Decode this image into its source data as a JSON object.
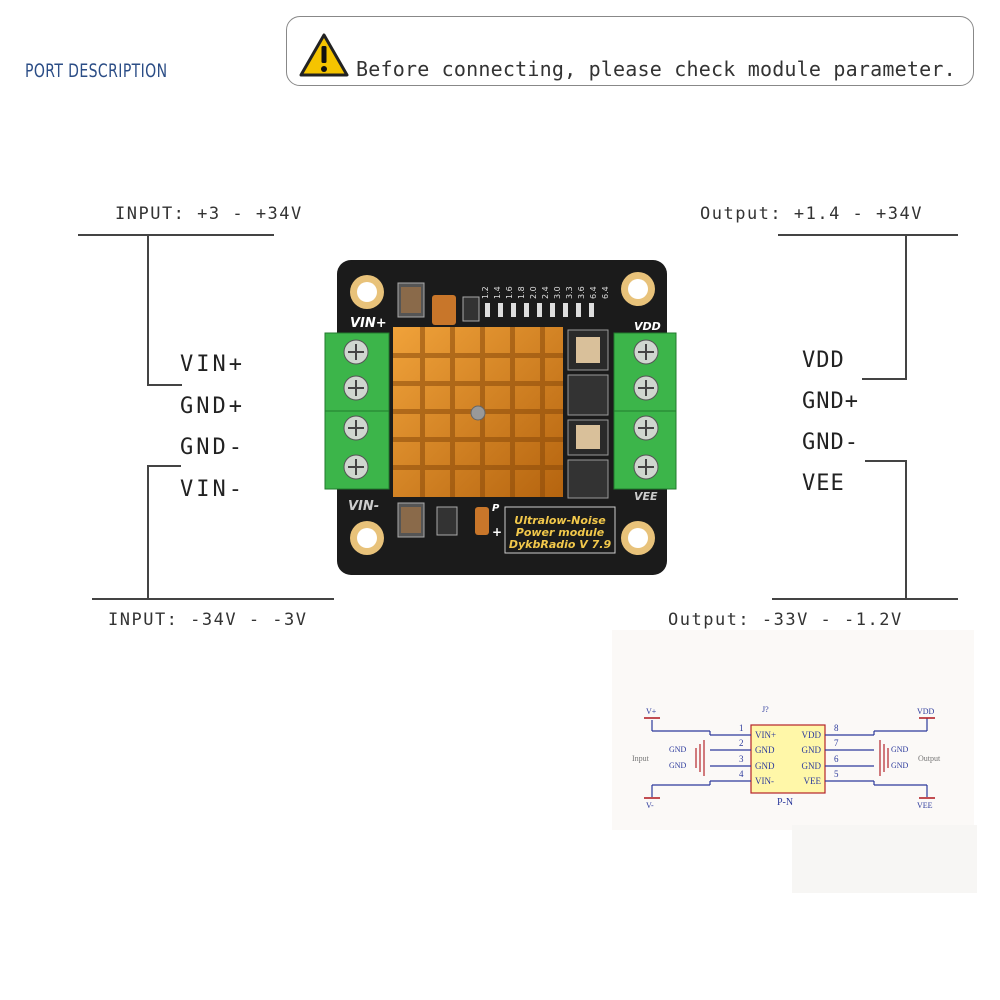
{
  "header": {
    "title": "PORT DESCRIPTION",
    "notice": "Before connecting, please check module parameter.",
    "warning_icon": "warning-triangle-icon"
  },
  "input": {
    "positive_range": "INPUT: +3 - +34V",
    "negative_range": "INPUT: -34V - -3V",
    "pins": [
      "VIN+",
      "GND+",
      "GND-",
      "VIN-"
    ]
  },
  "output": {
    "positive_range": "Output: +1.4 - +34V",
    "negative_range": "Output: -33V - -1.2V",
    "pins": [
      "VDD",
      "GND+",
      "GND-",
      "VEE"
    ]
  },
  "board": {
    "label_vin_plus": "VIN+",
    "label_vin_minus": "VIN-",
    "label_vdd": "VDD",
    "label_vee": "VEE",
    "brand_line1": "Ultralow-Noise",
    "brand_line2": "Power module",
    "brand_line3": "DykbRadio V 7.9",
    "silk_p": "P",
    "silk_plus": "+",
    "scale": [
      "1.2",
      "1.4",
      "1.6",
      "1.8",
      "2.0",
      "2.4",
      "3.0",
      "3.3",
      "3.6",
      "6.4",
      "6.4"
    ],
    "colors": {
      "pcb": "#1b1b1b",
      "heatsink": "#d4821e",
      "terminal": "#3cb54a",
      "pad": "#e8c27a"
    }
  },
  "schematic": {
    "ref": "J?",
    "part": "P-N",
    "left_pins": [
      "VIN+",
      "GND",
      "GND",
      "VIN-"
    ],
    "right_pins": [
      "VDD",
      "GND",
      "GND",
      "VEE"
    ],
    "left_numbers": [
      "1",
      "2",
      "3",
      "4"
    ],
    "right_numbers": [
      "8",
      "7",
      "6",
      "5"
    ],
    "vplus": "V+",
    "vminus": "V-",
    "vdd": "VDD",
    "vee": "VEE",
    "input_label": "Input",
    "output_label": "Output",
    "gnd": "GND",
    "colors": {
      "wire": "#2c3a9c",
      "power": "#b5242a",
      "body": "#fff7a8"
    }
  }
}
